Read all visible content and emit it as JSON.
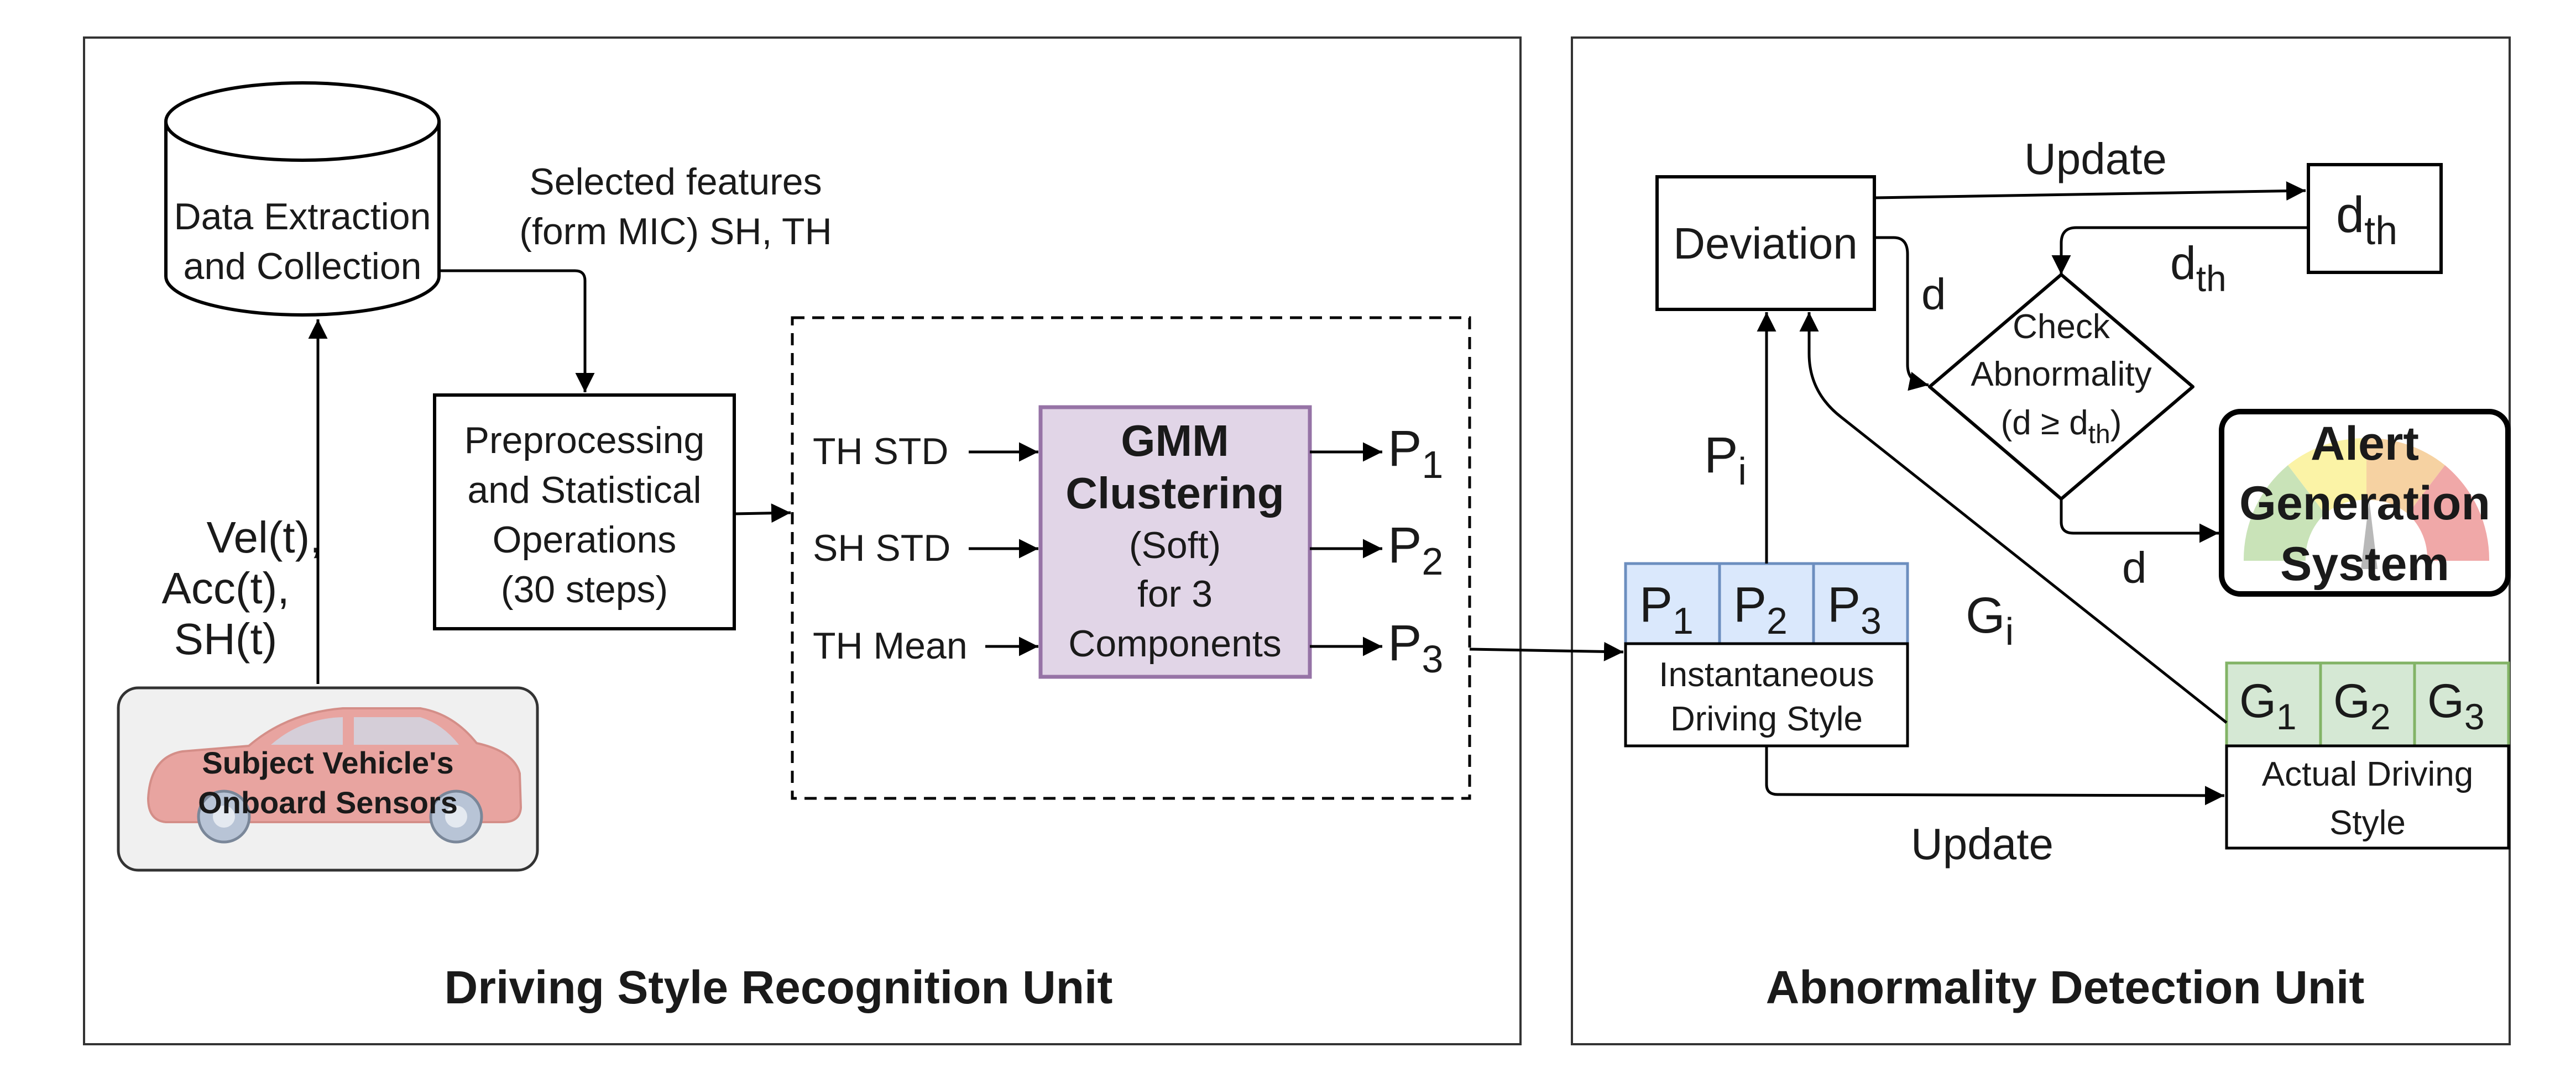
{
  "units": {
    "left_title": "Driving Style Recognition Unit",
    "right_title": "Abnormality Detection Unit"
  },
  "database": {
    "line1": "Data Extraction",
    "line2": "and Collection"
  },
  "selected_features": {
    "line1": "Selected features",
    "line2": "(form MIC) SH, TH"
  },
  "sensor_inputs": {
    "line1": "Vel(t),",
    "line2": "Acc(t),",
    "line3": "SH(t)"
  },
  "sensors_box": {
    "line1": "Subject Vehicle's",
    "line2": "Onboard Sensors"
  },
  "preprocessing": {
    "line1": "Preprocessing",
    "line2": "and Statistical",
    "line3": "Operations",
    "line4": "(30 steps)"
  },
  "gmm_inputs": [
    "TH STD",
    "SH STD",
    "TH Mean"
  ],
  "gmm": {
    "line1": "GMM",
    "line2": "Clustering",
    "line3": "(Soft)",
    "line4": "for 3",
    "line5": "Components"
  },
  "gmm_outputs": [
    {
      "base": "P",
      "sub": "1"
    },
    {
      "base": "P",
      "sub": "2"
    },
    {
      "base": "P",
      "sub": "3"
    }
  ],
  "instantaneous": {
    "cells": [
      {
        "base": "P",
        "sub": "1"
      },
      {
        "base": "P",
        "sub": "2"
      },
      {
        "base": "P",
        "sub": "3"
      }
    ],
    "line1": "Instantaneous",
    "line2": "Driving Style"
  },
  "actual": {
    "cells": [
      {
        "base": "G",
        "sub": "1"
      },
      {
        "base": "G",
        "sub": "2"
      },
      {
        "base": "G",
        "sub": "3"
      }
    ],
    "line1": "Actual Driving",
    "line2": "Style"
  },
  "deviation": "Deviation",
  "threshold": {
    "base": "d",
    "sub": "th"
  },
  "check": {
    "line1": "Check",
    "line2": "Abnormality",
    "line3_prefix": "(d ≥ d",
    "line3_sub": "th",
    "line3_suffix": ")"
  },
  "alert": {
    "line1": "Alert",
    "line2": "Generation",
    "line3": "System"
  },
  "edge_labels": {
    "update_top": "Update",
    "update_bottom": "Update",
    "d_deviation": "d",
    "d_alert": "d",
    "dth_label": {
      "base": "d",
      "sub": "th"
    },
    "pi_label": {
      "base": "P",
      "sub": "i"
    },
    "gi_label": {
      "base": "G",
      "sub": "i"
    }
  },
  "colors": {
    "gmm_fill": "#e1d5e7",
    "gmm_stroke": "#9673a6",
    "p_cell_fill": "#dae8fc",
    "p_cell_stroke": "#6c8ebf",
    "g_cell_fill": "#d5e8d4",
    "g_cell_stroke": "#82b366",
    "sensors_fill": "#f0f0f0",
    "car_color": "#e8a4a0",
    "gauge_green": "#c9e3b8",
    "gauge_yellow": "#fbf3a6",
    "gauge_orange": "#f6d2a2",
    "gauge_red": "#f0a8a8"
  }
}
